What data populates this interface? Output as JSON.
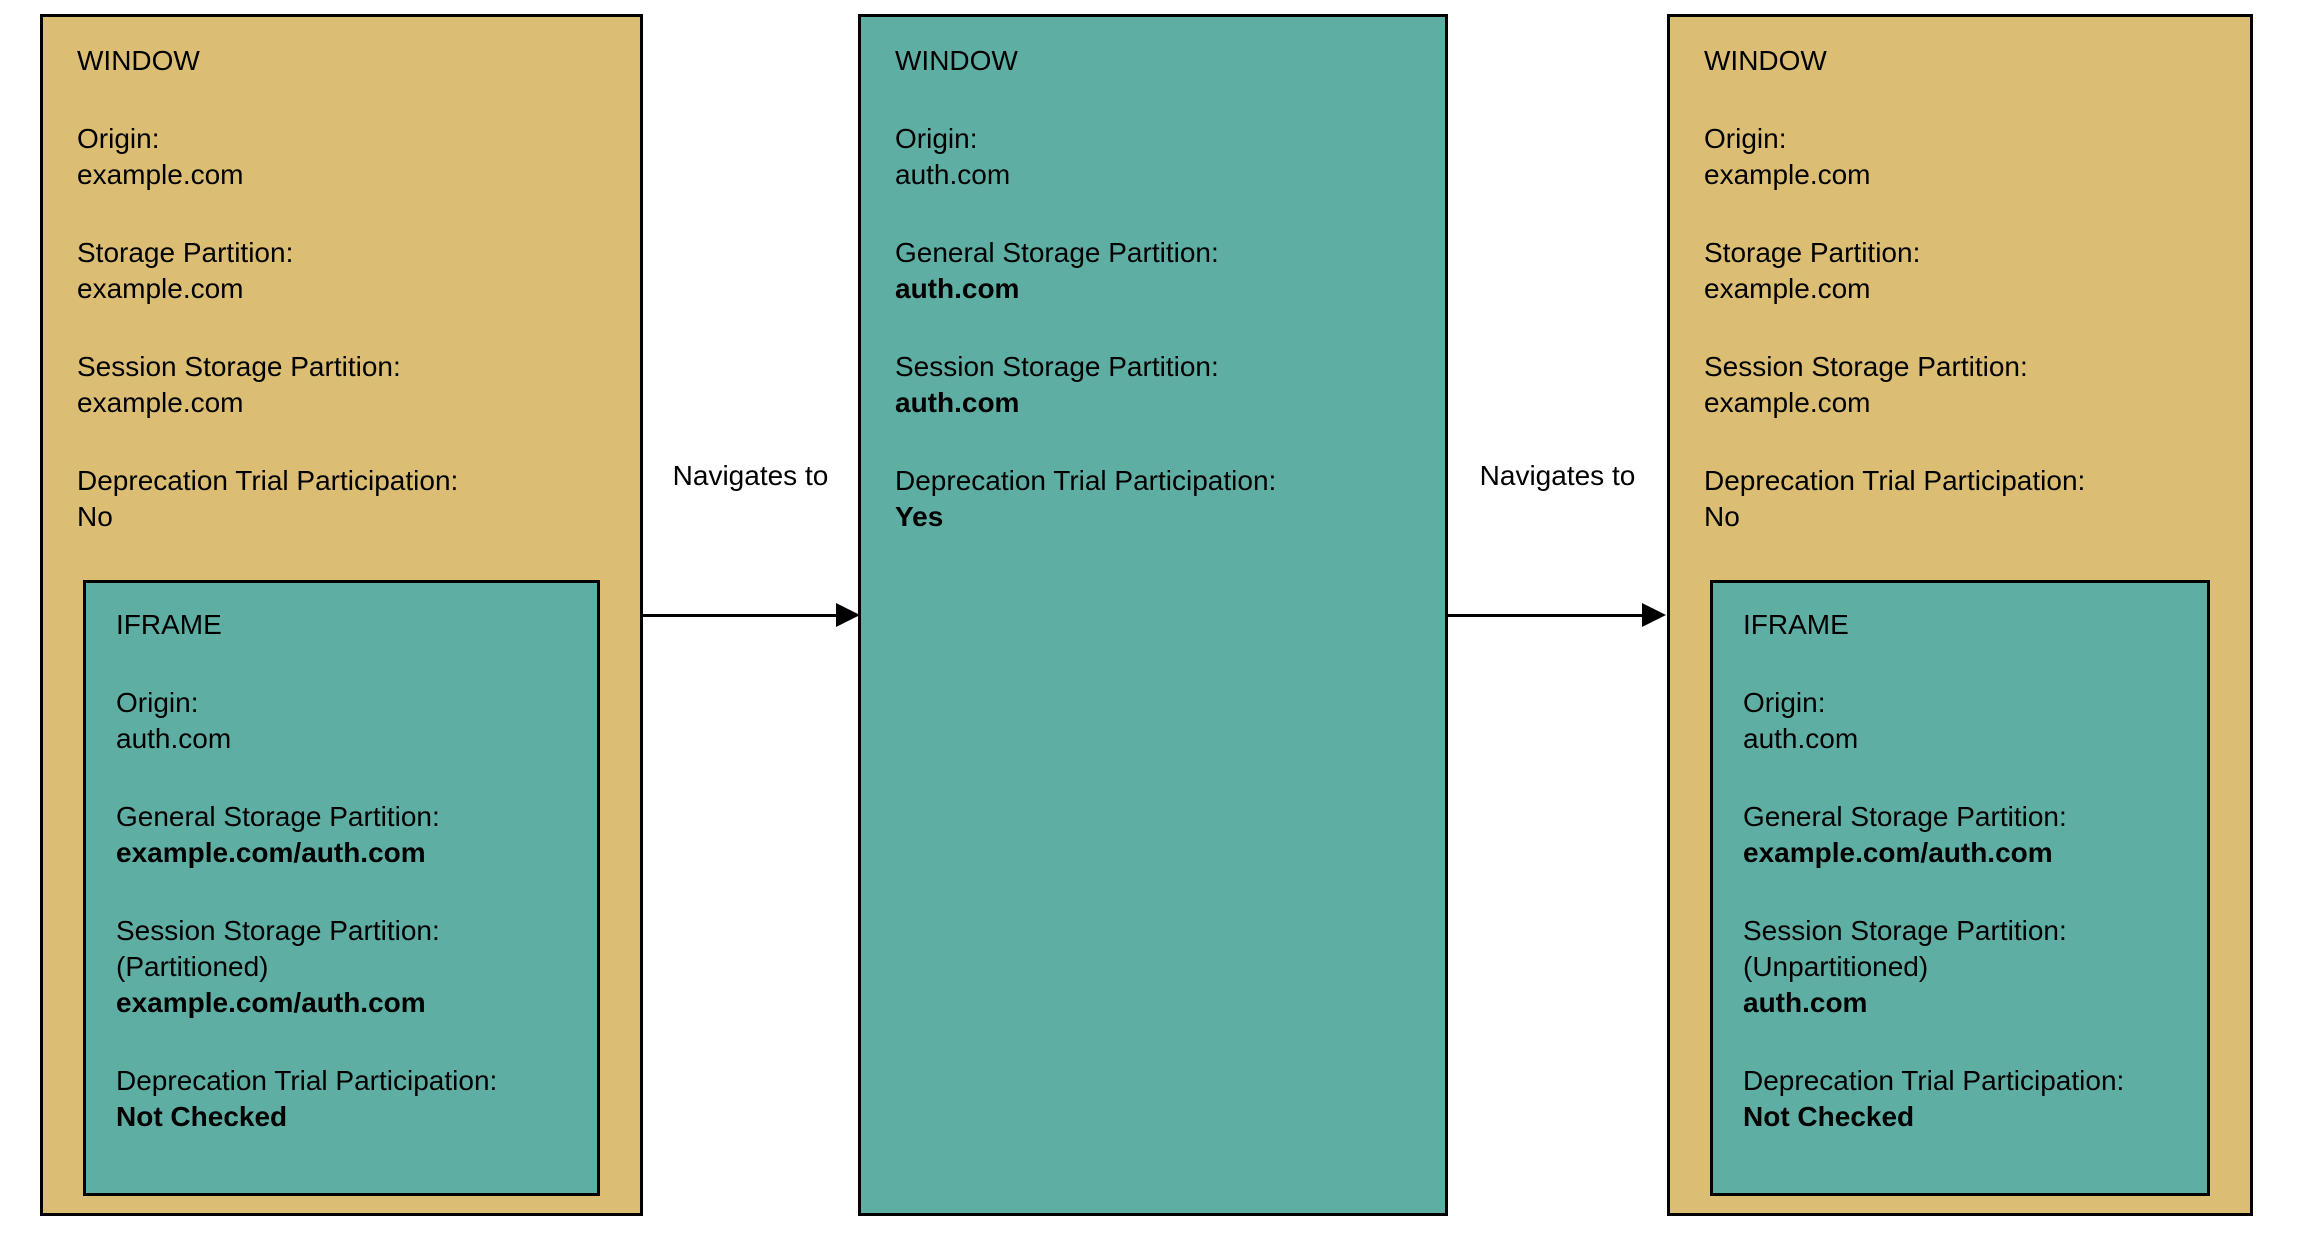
{
  "colors": {
    "window_fill": "#DBBE74",
    "iframe_fill": "#5FAEA4",
    "border": "#000000",
    "text": "#000000",
    "page_bg": "#FFFFFF"
  },
  "windows": [
    {
      "title": "WINDOW",
      "fields": [
        {
          "label": "Origin:",
          "lines": [
            {
              "text": "example.com",
              "bold": false
            }
          ]
        },
        {
          "label": "Storage Partition:",
          "lines": [
            {
              "text": "example.com",
              "bold": false
            }
          ]
        },
        {
          "label": "Session Storage Partition:",
          "lines": [
            {
              "text": "example.com",
              "bold": false
            }
          ]
        },
        {
          "label": "Deprecation Trial Participation:",
          "lines": [
            {
              "text": "No",
              "bold": false
            }
          ]
        }
      ],
      "iframe": {
        "title": "IFRAME",
        "fields": [
          {
            "label": "Origin:",
            "lines": [
              {
                "text": "auth.com",
                "bold": false
              }
            ]
          },
          {
            "label": "General Storage Partition:",
            "lines": [
              {
                "text": "example.com/auth.com",
                "bold": true
              }
            ]
          },
          {
            "label": "Session Storage Partition:",
            "lines": [
              {
                "text": "(Partitioned)",
                "bold": false
              },
              {
                "text": "example.com/auth.com",
                "bold": true
              }
            ]
          },
          {
            "label": "Deprecation Trial Participation:",
            "lines": [
              {
                "text": "Not Checked",
                "bold": true
              }
            ]
          }
        ]
      }
    },
    {
      "title": "WINDOW",
      "fields": [
        {
          "label": "Origin:",
          "lines": [
            {
              "text": "auth.com",
              "bold": false
            }
          ]
        },
        {
          "label": "General Storage Partition:",
          "lines": [
            {
              "text": "auth.com",
              "bold": true
            }
          ]
        },
        {
          "label": "Session Storage Partition:",
          "lines": [
            {
              "text": "auth.com",
              "bold": true
            }
          ]
        },
        {
          "label": "Deprecation Trial Participation:",
          "lines": [
            {
              "text": "Yes",
              "bold": true
            }
          ]
        }
      ]
    },
    {
      "title": "WINDOW",
      "fields": [
        {
          "label": "Origin:",
          "lines": [
            {
              "text": "example.com",
              "bold": false
            }
          ]
        },
        {
          "label": "Storage Partition:",
          "lines": [
            {
              "text": "example.com",
              "bold": false
            }
          ]
        },
        {
          "label": "Session Storage Partition:",
          "lines": [
            {
              "text": "example.com",
              "bold": false
            }
          ]
        },
        {
          "label": "Deprecation Trial Participation:",
          "lines": [
            {
              "text": "No",
              "bold": false
            }
          ]
        }
      ],
      "iframe": {
        "title": "IFRAME",
        "fields": [
          {
            "label": "Origin:",
            "lines": [
              {
                "text": "auth.com",
                "bold": false
              }
            ]
          },
          {
            "label": "General Storage Partition:",
            "lines": [
              {
                "text": "example.com/auth.com",
                "bold": true
              }
            ]
          },
          {
            "label": "Session Storage Partition:",
            "lines": [
              {
                "text": "(Unpartitioned)",
                "bold": false
              },
              {
                "text": "auth.com",
                "bold": true
              }
            ]
          },
          {
            "label": "Deprecation Trial Participation:",
            "lines": [
              {
                "text": "Not Checked",
                "bold": true
              }
            ]
          }
        ]
      }
    }
  ],
  "arrows": [
    {
      "label": "Navigates to"
    },
    {
      "label": "Navigates to"
    }
  ]
}
